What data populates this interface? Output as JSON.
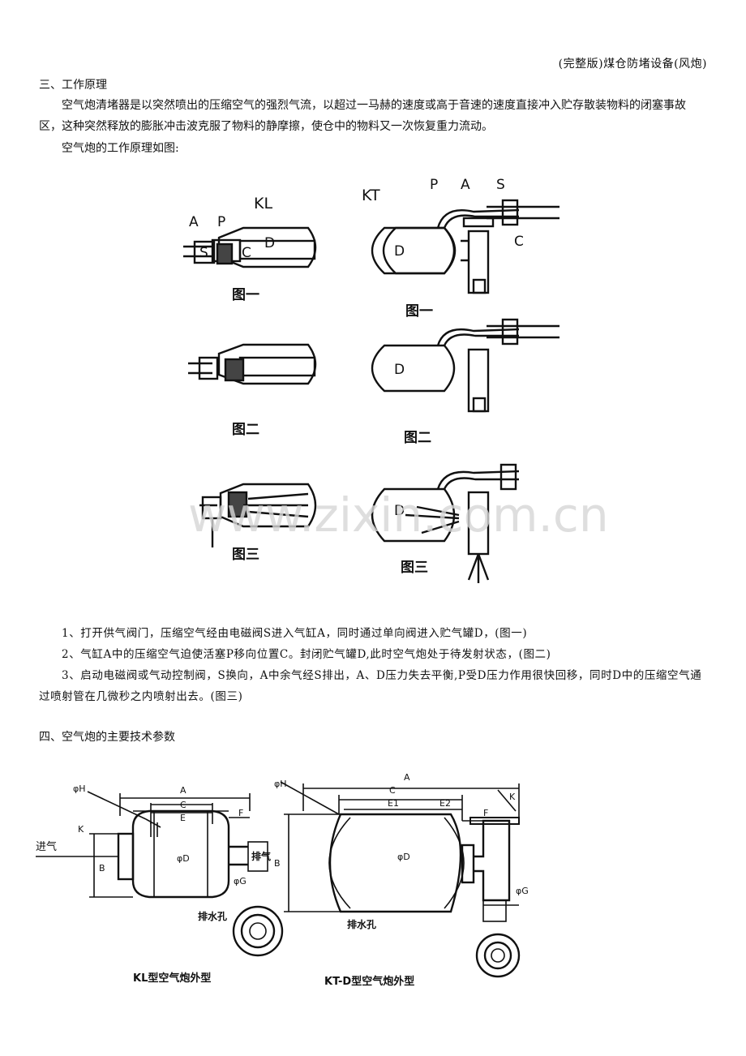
{
  "header": {
    "title": "(完整版)煤仓防堵设备(风炮)"
  },
  "section3": {
    "title": "三、工作原理",
    "para1": "空气炮清堵器是以突然喷出的压缩空气的强烈气流，以超过一马赫的速度或高于音速的速度直接冲入贮存散装物料的闭塞事故区，这种突然释放的膨胀冲击波克服了物料的静摩擦，使仓中的物料又一次恢复重力流动。",
    "para2": "空气炮的工作原理如图:"
  },
  "diagram1": {
    "kl_title": "KL",
    "kt_title": "KT",
    "label_a": "A",
    "label_p": "P",
    "label_s": "S",
    "label_c": "C",
    "label_d": "D",
    "fig1": "图一",
    "fig2": "图二",
    "fig3": "图三"
  },
  "watermark": "www.zixin.com.cn",
  "steps": [
    "1、打开供气阀门，压缩空气经由电磁阀S进入气缸A，同时通过单向阀进入贮气罐D，(图一)",
    "2、气缸A中的压缩空气迫使活塞P移向位置C。封闭贮气罐D,此时空气炮处于待发射状态，(图二)",
    "3、启动电磁阀或气动控制阀，S换向，A中余气经S排出，A、D压力失去平衡,P受D压力作用很快回移，同时D中的压缩空气通过喷射管在几微秒之内喷射出去。(图三)"
  ],
  "section4": {
    "title": "四、空气炮的主要技术参数"
  },
  "diagram2": {
    "dim_a": "A",
    "dim_c": "C",
    "dim_e": "E",
    "dim_e1": "E1",
    "dim_e2": "E2",
    "dim_f": "F",
    "dim_k": "K",
    "dim_b": "B",
    "dim_h": "φH",
    "dim_g": "φG",
    "dim_d": "φD",
    "inlet": "进气",
    "exhaust": "排气",
    "drain": "排水孔",
    "kl_caption": "KL型空气炮外型",
    "kt_caption": "KT-D型空气炮外型"
  }
}
